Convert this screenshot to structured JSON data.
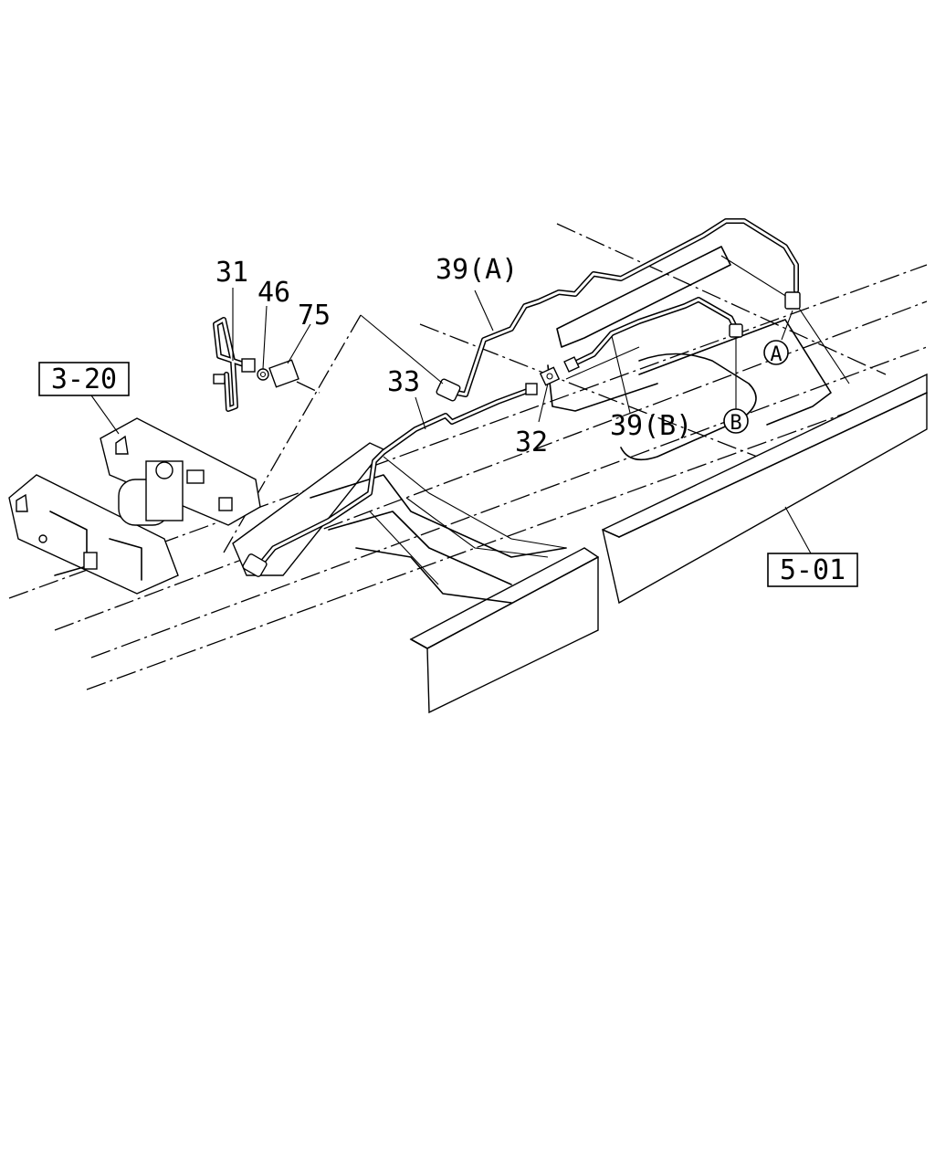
{
  "diagram": {
    "part_labels": {
      "p31": "31",
      "p46": "46",
      "p75": "75",
      "p39a": "39(A)",
      "p33": "33",
      "p32": "32",
      "p39b": "39(B)"
    },
    "reference_boxes": {
      "ref_320": "3-20",
      "ref_501": "5-01"
    },
    "circle_markers": {
      "a": "A",
      "b": "B"
    }
  }
}
